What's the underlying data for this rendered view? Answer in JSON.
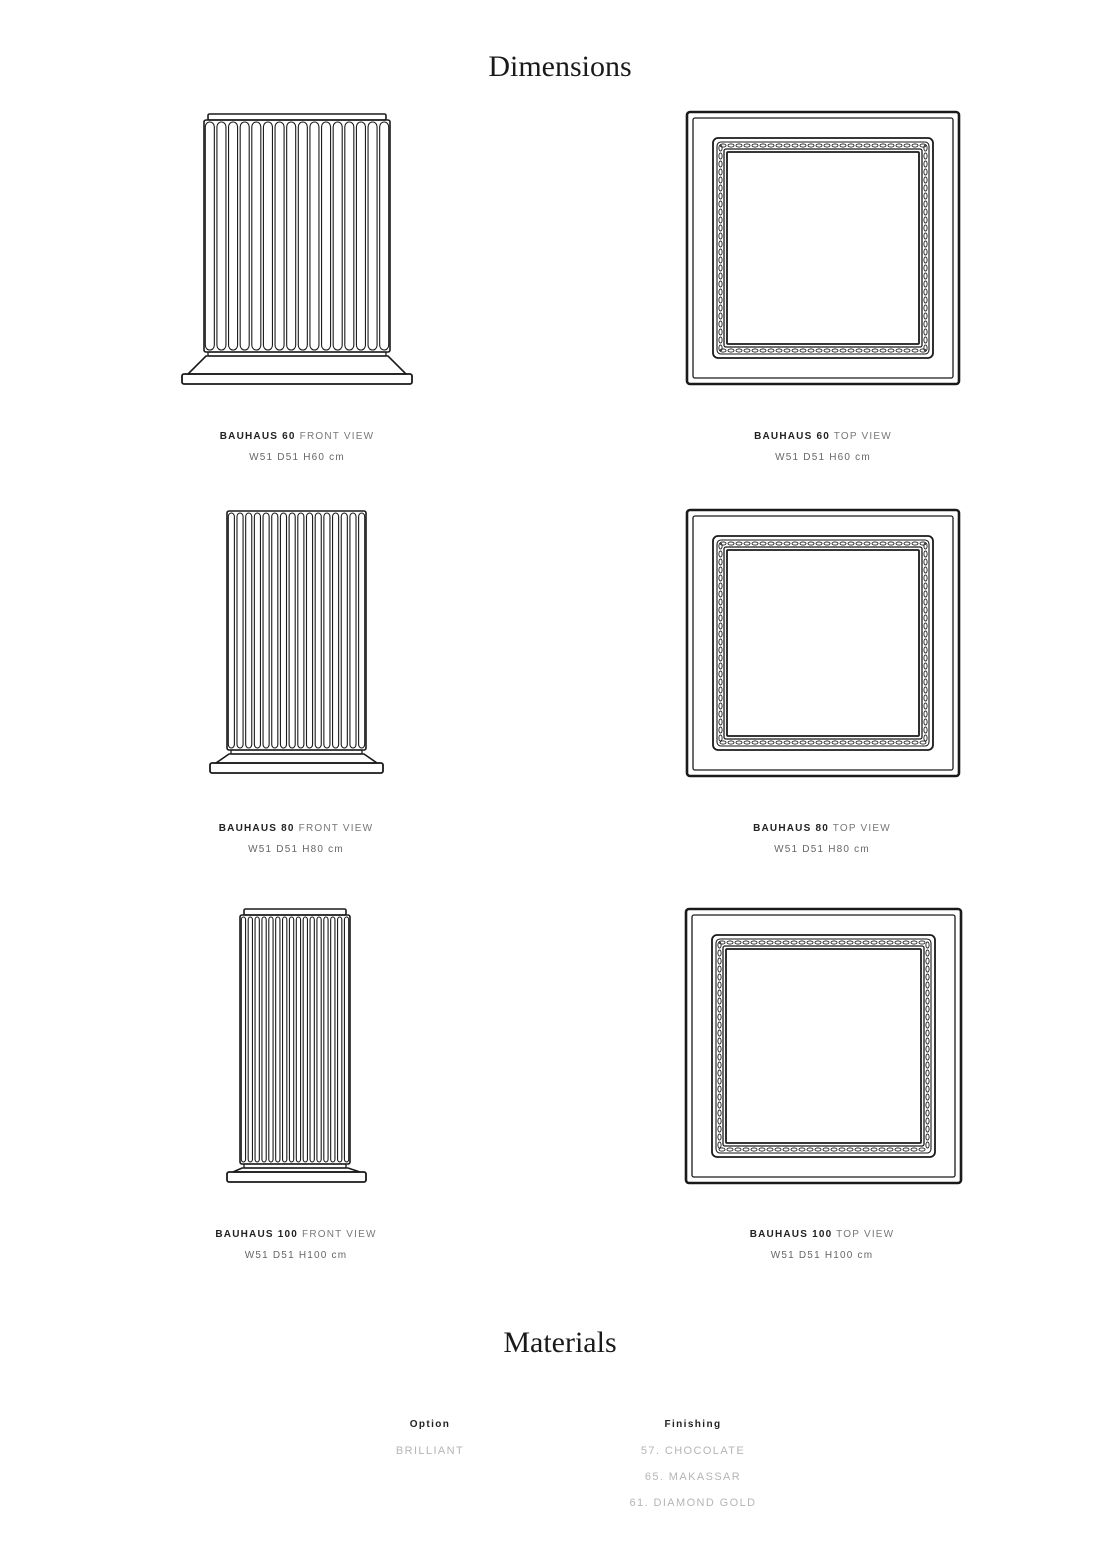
{
  "dimensions": {
    "title": "Dimensions",
    "items": [
      {
        "name": "BAUHAUS 60",
        "view": "FRONT VIEW",
        "size": "W51 D51 H60 cm"
      },
      {
        "name": "BAUHAUS 60",
        "view": "TOP VIEW",
        "size": "W51 D51 H60 cm"
      },
      {
        "name": "BAUHAUS 80",
        "view": "FRONT VIEW",
        "size": "W51 D51 H80 cm"
      },
      {
        "name": "BAUHAUS 80",
        "view": "TOP VIEW",
        "size": "W51 D51 H80 cm"
      },
      {
        "name": "BAUHAUS 100",
        "view": "FRONT VIEW",
        "size": "W51 D51 H100 cm"
      },
      {
        "name": "BAUHAUS 100",
        "view": "TOP VIEW",
        "size": "W51 D51 H100 cm"
      }
    ]
  },
  "materials": {
    "title": "Materials",
    "option_header": "Option",
    "options": [
      "BRILLIANT"
    ],
    "finishing_header": "Finishing",
    "finishings": [
      "57. CHOCOLATE",
      "65. MAKASSAR",
      "61. DIAMOND GOLD"
    ]
  }
}
